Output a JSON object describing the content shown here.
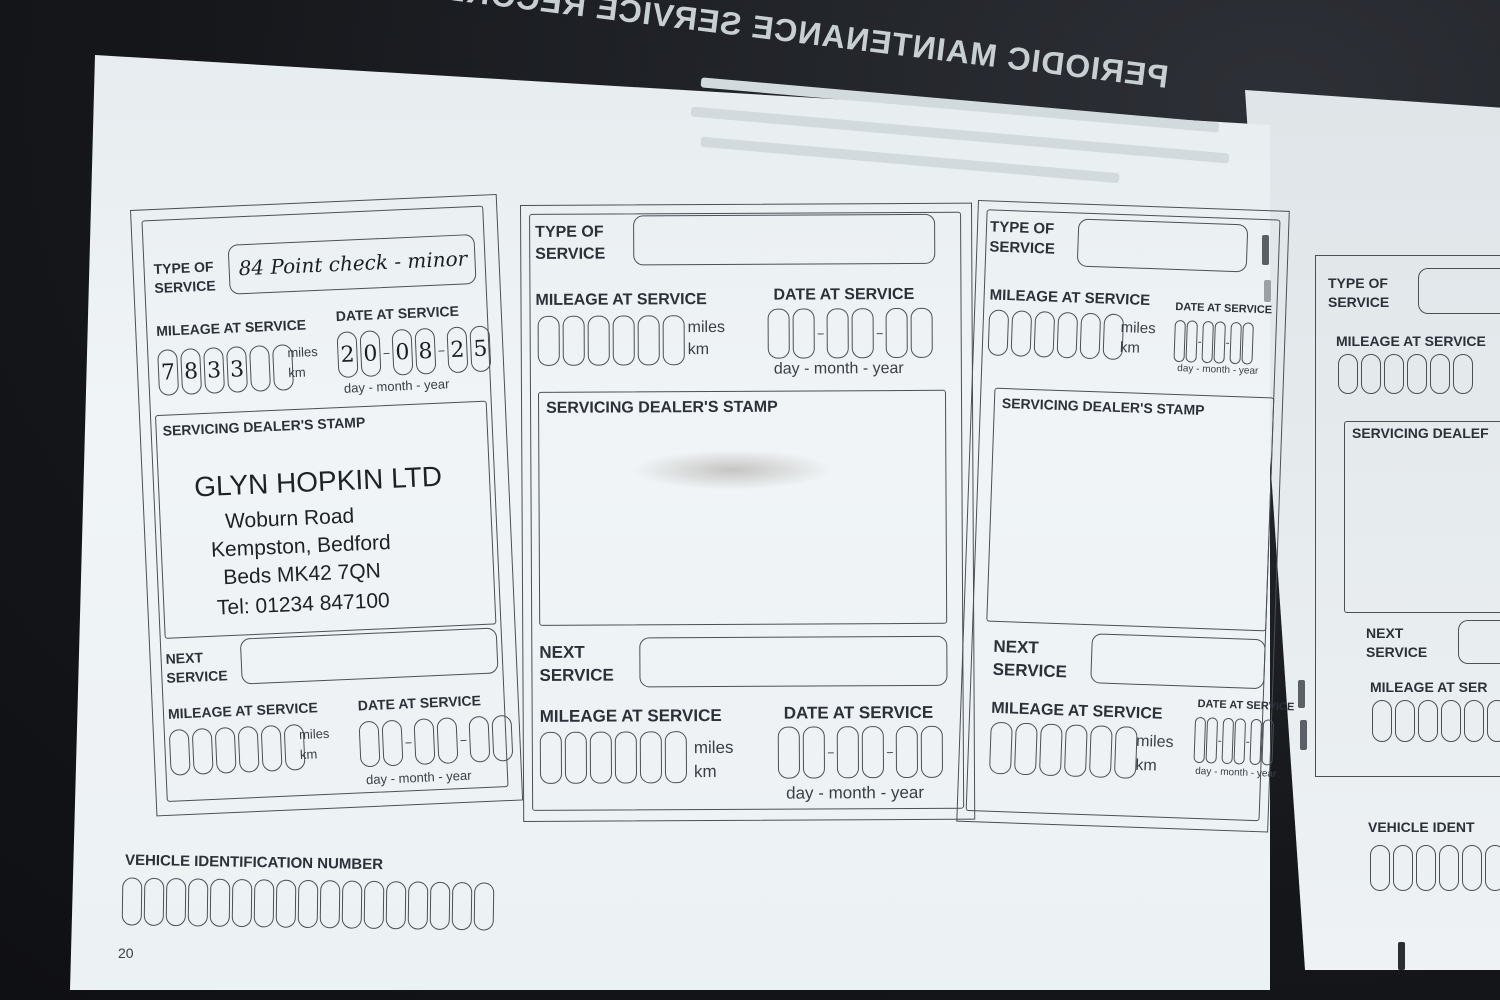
{
  "header": {
    "ghost_title": "PERIODIC MAINTENANCE SERVICE RECORDS"
  },
  "labels": {
    "type_of_service": "TYPE OF SERVICE",
    "mileage_at_service": "MILEAGE AT SERVICE",
    "date_at_service": "DATE AT SERVICE",
    "servicing_dealers_stamp": "SERVICING DEALER'S STAMP",
    "next_service": "NEXT SERVICE",
    "miles": "miles",
    "km": "km",
    "day_month_year": "day - month - year",
    "vehicle_identification_number": "VEHICLE IDENTIFICATION NUMBER",
    "vehicle_ident_partial": "VEHICLE IDENT",
    "mileage_at_ser_partial": "MILEAGE AT SER",
    "servicing_dealer_partial": "SERVICING DEALEF"
  },
  "record1": {
    "type_of_service": "84 Point check - minor",
    "mileage_digits": [
      "7",
      "8",
      "3",
      "3",
      "",
      ""
    ],
    "date_digits": [
      "2",
      "0",
      "0",
      "8",
      "2",
      "5"
    ],
    "stamp": {
      "name": "GLYN HOPKIN LTD",
      "line1": "Woburn Road",
      "line2": "Kempston, Bedford",
      "line3": "Beds MK42 7QN",
      "phone": "Tel: 01234 847100"
    }
  },
  "page_number": "20"
}
